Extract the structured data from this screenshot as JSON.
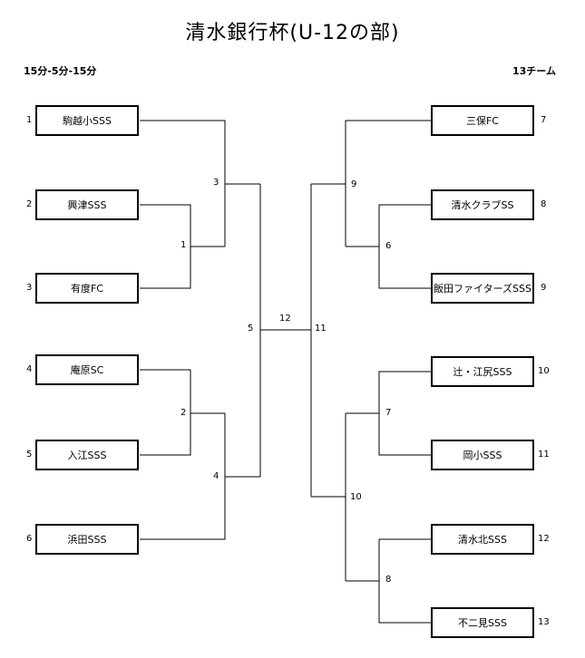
{
  "title": "清水銀行杯(U-12の部)",
  "format": "15分-5分-15分",
  "team_count": "13チーム",
  "left_teams": [
    {
      "seed": "1",
      "name": "駒越小SSS"
    },
    {
      "seed": "2",
      "name": "興津SSS"
    },
    {
      "seed": "3",
      "name": "有度FC"
    },
    {
      "seed": "4",
      "name": "庵原SC"
    },
    {
      "seed": "5",
      "name": "入江SSS"
    },
    {
      "seed": "6",
      "name": "浜田SSS"
    }
  ],
  "right_teams": [
    {
      "seed": "7",
      "name": "三保FC"
    },
    {
      "seed": "8",
      "name": "清水クラブSS"
    },
    {
      "seed": "9",
      "name": "飯田ファイターズSSS"
    },
    {
      "seed": "10",
      "name": "辻・江尻SSS"
    },
    {
      "seed": "11",
      "name": "岡小SSS"
    },
    {
      "seed": "12",
      "name": "清水北SSS"
    },
    {
      "seed": "13",
      "name": "不二見SSS"
    }
  ],
  "matches": {
    "m1": "1",
    "m2": "2",
    "m3": "3",
    "m4": "4",
    "m5": "5",
    "m6": "6",
    "m7": "7",
    "m8": "8",
    "m9": "9",
    "m10": "10",
    "m11": "11",
    "m12": "12"
  }
}
